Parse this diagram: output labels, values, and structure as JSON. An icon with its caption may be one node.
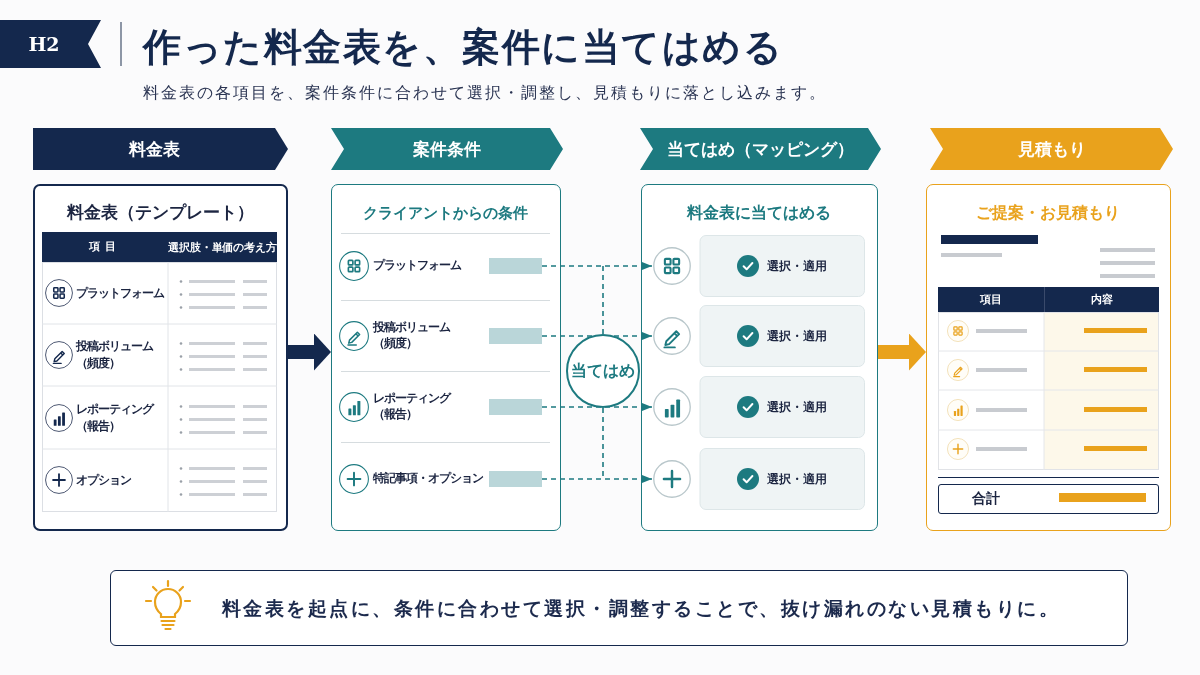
{
  "diagram": {
    "title": "作った料金表を、案件に当てはめる",
    "nodes": [
      {
        "text": [
          "H2"
        ]
      },
      {
        "text": [
          "料金表"
        ]
      },
      {
        "text": [
          "案件条件"
        ]
      },
      {
        "text": [
          "当てはめ（マッピング）"
        ]
      },
      {
        "text": [
          "見積もり"
        ]
      },
      {
        "text": [
          "料金表（テンプレート）"
        ]
      },
      {
        "text": [
          "クライアントからの条件"
        ]
      },
      {
        "text": [],
        "shape": "bar",
        "in": 6,
        "beside": [
          "プラットフォーム"
        ]
      },
      {
        "text": [],
        "shape": "bar",
        "in": 6,
        "beside": [
          "投稿ボリューム（頻度）"
        ]
      },
      {
        "text": [],
        "shape": "bar",
        "in": 6,
        "beside": [
          "レポーティング（報告）"
        ]
      },
      {
        "text": [],
        "shape": "bar",
        "in": 6,
        "beside": [
          "特記事項・オプション"
        ]
      },
      {
        "text": [
          "当てはめ"
        ]
      },
      {
        "text": [
          "料金表に当てはめる"
        ]
      },
      {
        "text": [
          "選択・適用"
        ],
        "in": 12
      },
      {
        "text": [
          "選択・適用"
        ],
        "in": 12
      },
      {
        "text": [
          "選択・適用"
        ],
        "in": 12
      },
      {
        "text": [
          "選択・適用"
        ],
        "in": 12
      },
      {
        "text": [
          "ご提案・お見積もり"
        ]
      },
      {
        "text": [
          "合計"
        ],
        "in": 17
      },
      {
        "text": [
          "料金表を起点に、条件に合わせて選択・調整することで、抜け漏れのない見積もりに。"
        ]
      }
    ],
    "edges": [
      {
        "from": 5,
        "to": 6,
        "arrow": "to",
        "style": "thick",
        "color": "#14284d"
      },
      {
        "from": 7,
        "to": 13,
        "arrow": "to",
        "style": "dashed"
      },
      {
        "from": 8,
        "to": 14,
        "arrow": "to",
        "style": "dashed"
      },
      {
        "from": 9,
        "to": 15,
        "arrow": "to",
        "style": "dashed"
      },
      {
        "from": 10,
        "to": 16,
        "arrow": "to",
        "style": "dashed"
      },
      {
        "from": 11,
        "to": null,
        "arrow": "none",
        "style": "dashed"
      },
      {
        "from": 11,
        "to": null,
        "arrow": "none",
        "style": "dashed"
      },
      {
        "from": 12,
        "to": 17,
        "arrow": "to",
        "style": "thick",
        "color": "#e9a21c"
      }
    ],
    "labels": [
      "料金表の各項目を、案件条件に合わせて選択・調整し、見積もりに落とし込みます。",
      "項目",
      "選択肢・単価の考え方",
      "プラットフォーム",
      "投稿ボリューム（頻度）",
      "レポーティング（報告）",
      "オプション",
      "項目",
      "内容"
    ]
  }
}
